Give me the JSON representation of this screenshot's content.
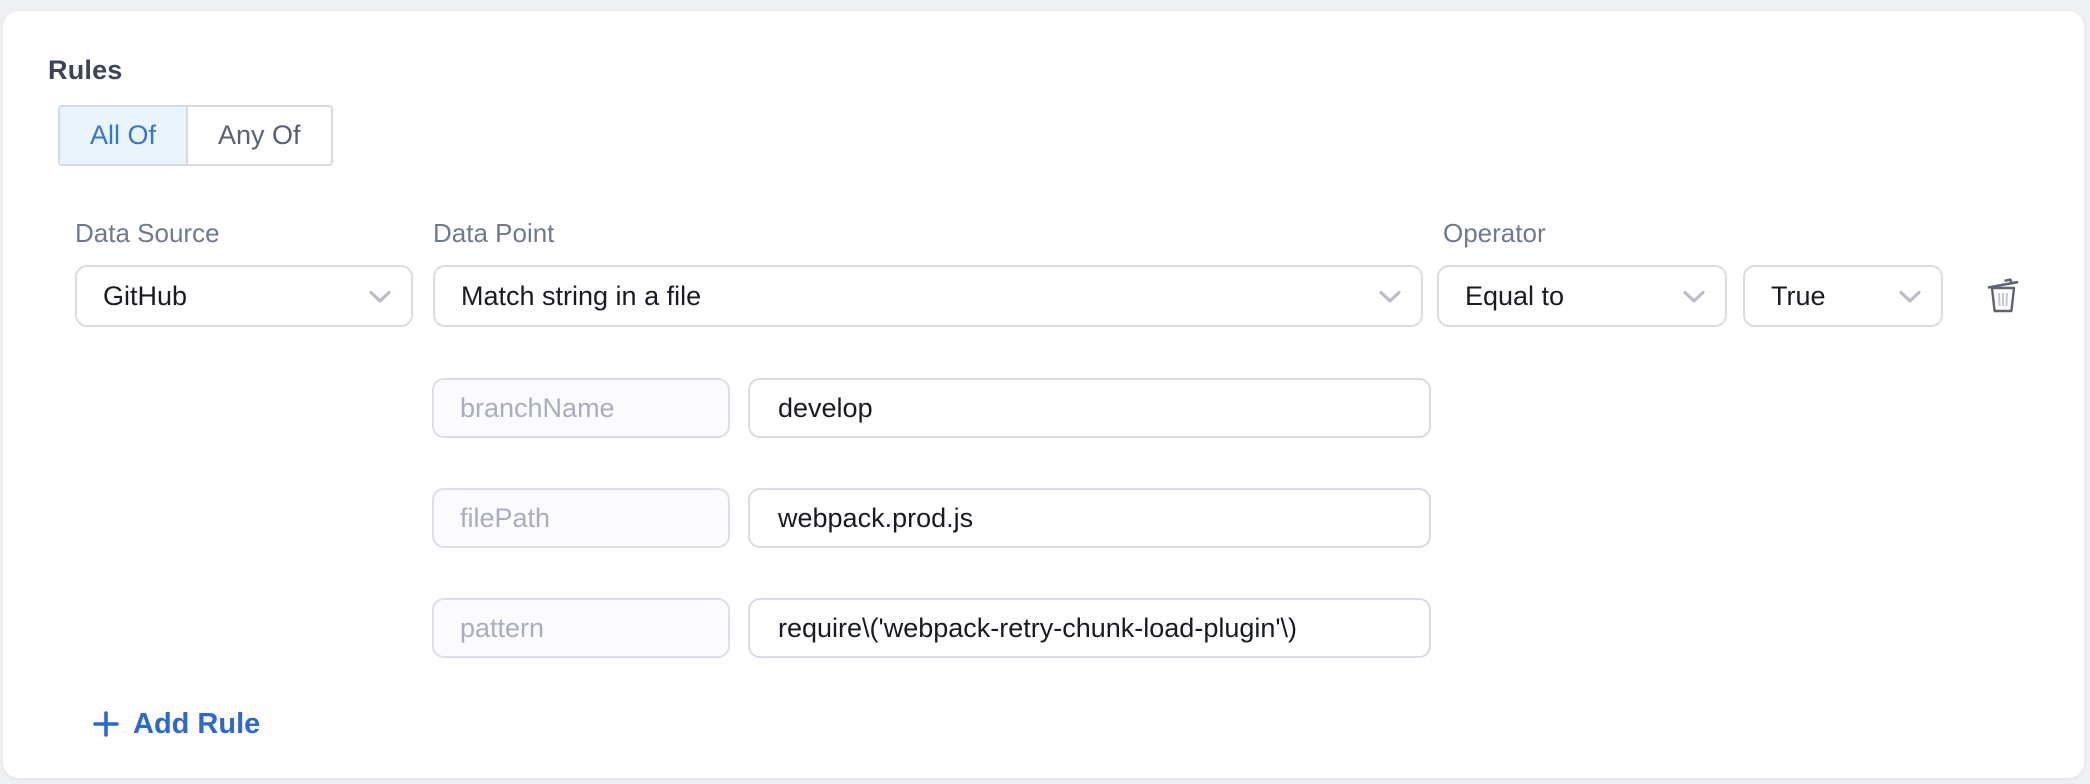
{
  "page": {
    "title": "Rules"
  },
  "match_mode": {
    "all_of_label": "All Of",
    "any_of_label": "Any Of",
    "selected": "All Of"
  },
  "rule": {
    "data_source": {
      "label": "Data Source",
      "value": "GitHub"
    },
    "data_point": {
      "label": "Data Point",
      "value": "Match string in a file"
    },
    "operator": {
      "label": "Operator",
      "value": "Equal to"
    },
    "expected_value": {
      "value": "True"
    },
    "params": [
      {
        "name": "branchName",
        "value": "develop"
      },
      {
        "name": "filePath",
        "value": "webpack.prod.js"
      },
      {
        "name": "pattern",
        "value": "require\\('webpack-retry-chunk-load-plugin'\\)"
      }
    ]
  },
  "actions": {
    "add_rule_label": "Add Rule"
  },
  "icons": {
    "chevron": "chevron-down-icon",
    "trash": "trash-icon",
    "plus": "plus-icon"
  },
  "colors": {
    "accent_blue": "#2b68d3",
    "toggle_selected_bg": "#eaf4fb",
    "toggle_selected_text": "#3377d0",
    "border": "#d9dae3",
    "label_gray": "#707a8e",
    "value_text": "#181b24",
    "placeholder_gray": "#a9adbf",
    "card_bg": "#ffffff",
    "page_bg": "#eff1f4",
    "trash_gray": "#5d6374"
  }
}
